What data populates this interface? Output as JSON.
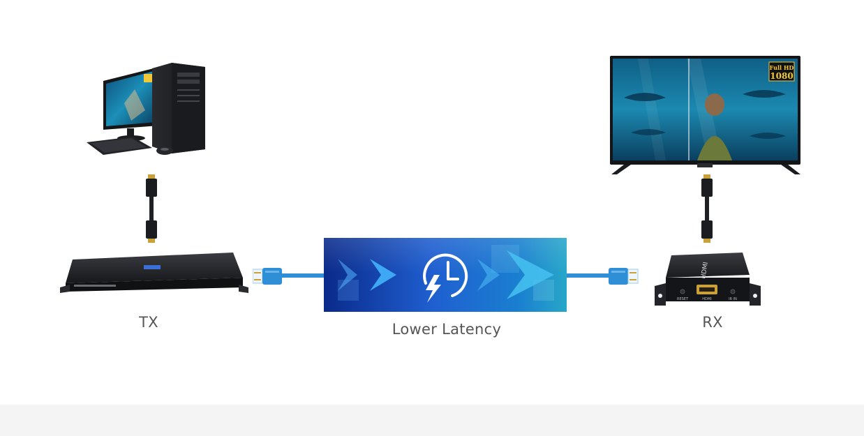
{
  "labels": {
    "tx": "TX",
    "rx": "RX",
    "latency": "Lower Latency"
  },
  "tv_badge": {
    "line1": "Full HD",
    "line2": "1080"
  },
  "rx_device_text": {
    "brand": "HDMI",
    "reset": "RESET",
    "hdmi": "HDMI",
    "ir": "IR IN"
  },
  "icons": {
    "latency_icon": "clock-lightning-icon",
    "arrows": "chevron-right-icon"
  },
  "colors": {
    "cable_blue": "#2f8fd6",
    "latency_panel_start": "#0a2a8a",
    "latency_panel_mid": "#1f5fd0",
    "latency_panel_end": "#27a7c9",
    "device_dark": "#1e1f22",
    "label_gray": "#555555",
    "footer": "#f4f4f4"
  }
}
